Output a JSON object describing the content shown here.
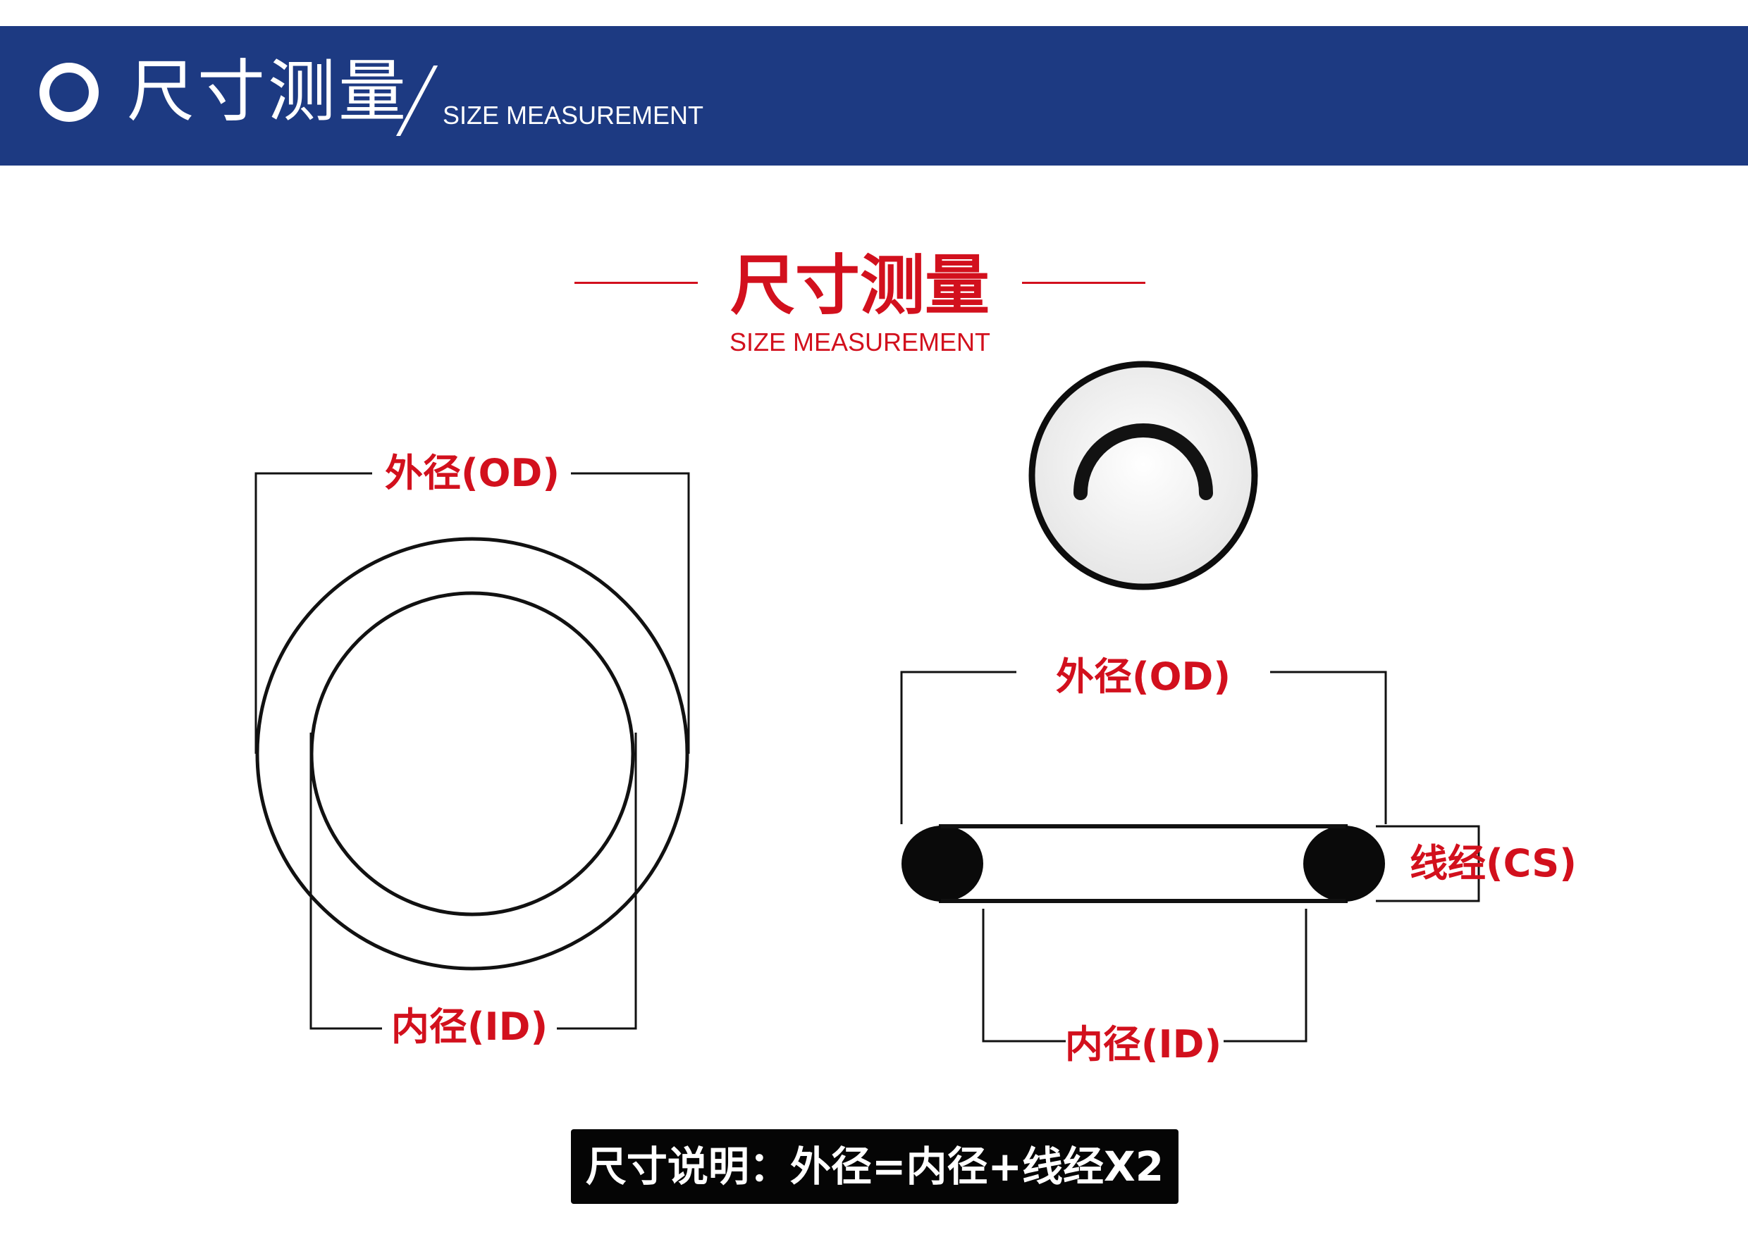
{
  "banner": {
    "title": "尺寸测量",
    "subtitle": "SIZE MEASUREMENT",
    "color": "#1d3a82"
  },
  "section": {
    "title": "尺寸测量",
    "subtitle": "SIZE MEASUREMENT",
    "color": "#d2101d"
  },
  "labels": {
    "od": "外径(OD)",
    "id": "内径(ID)",
    "cs": "线经(CS)"
  },
  "formula": {
    "text": "尺寸说明：外径=内径+线经X2"
  },
  "icons": [
    "ring-icon",
    "cross-section-icon"
  ]
}
